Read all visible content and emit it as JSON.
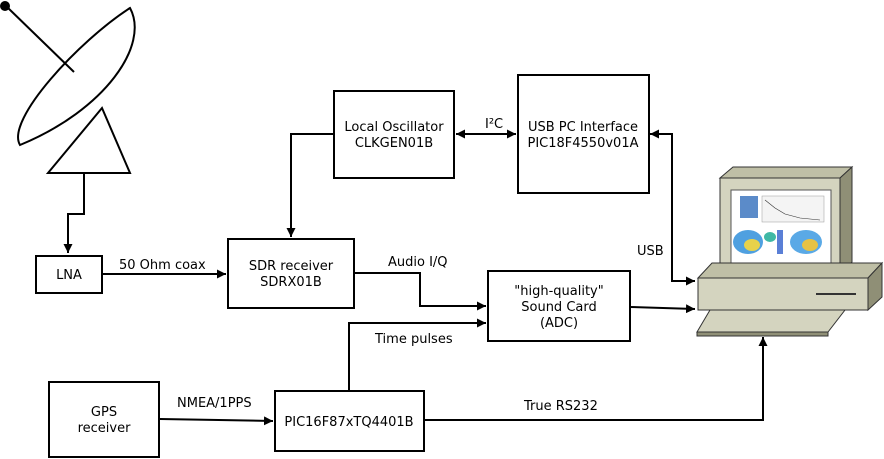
{
  "blocks": {
    "lna": {
      "lines": [
        "LNA"
      ]
    },
    "sdr": {
      "lines": [
        "SDR receiver",
        "SDRX01B"
      ]
    },
    "lo": {
      "lines": [
        "Local Oscillator",
        "CLKGEN01B"
      ]
    },
    "usb_if": {
      "lines": [
        "USB PC Interface",
        "PIC18F4550v01A"
      ]
    },
    "sound": {
      "lines": [
        "\"high-quality\"",
        "Sound Card",
        "(ADC)"
      ]
    },
    "gps": {
      "lines": [
        "GPS",
        "receiver"
      ]
    },
    "pic": {
      "lines": [
        "PIC16F87xTQ4401B"
      ]
    }
  },
  "links": {
    "coax": "50 Ohm coax",
    "audio": "Audio I/Q",
    "i2c": "I²C",
    "usb": "USB",
    "time": "Time pulses",
    "nmea": "NMEA/1PPS",
    "rs232": "True RS232"
  },
  "pictures": [
    "satellite-dish-icon",
    "computer-icon"
  ]
}
